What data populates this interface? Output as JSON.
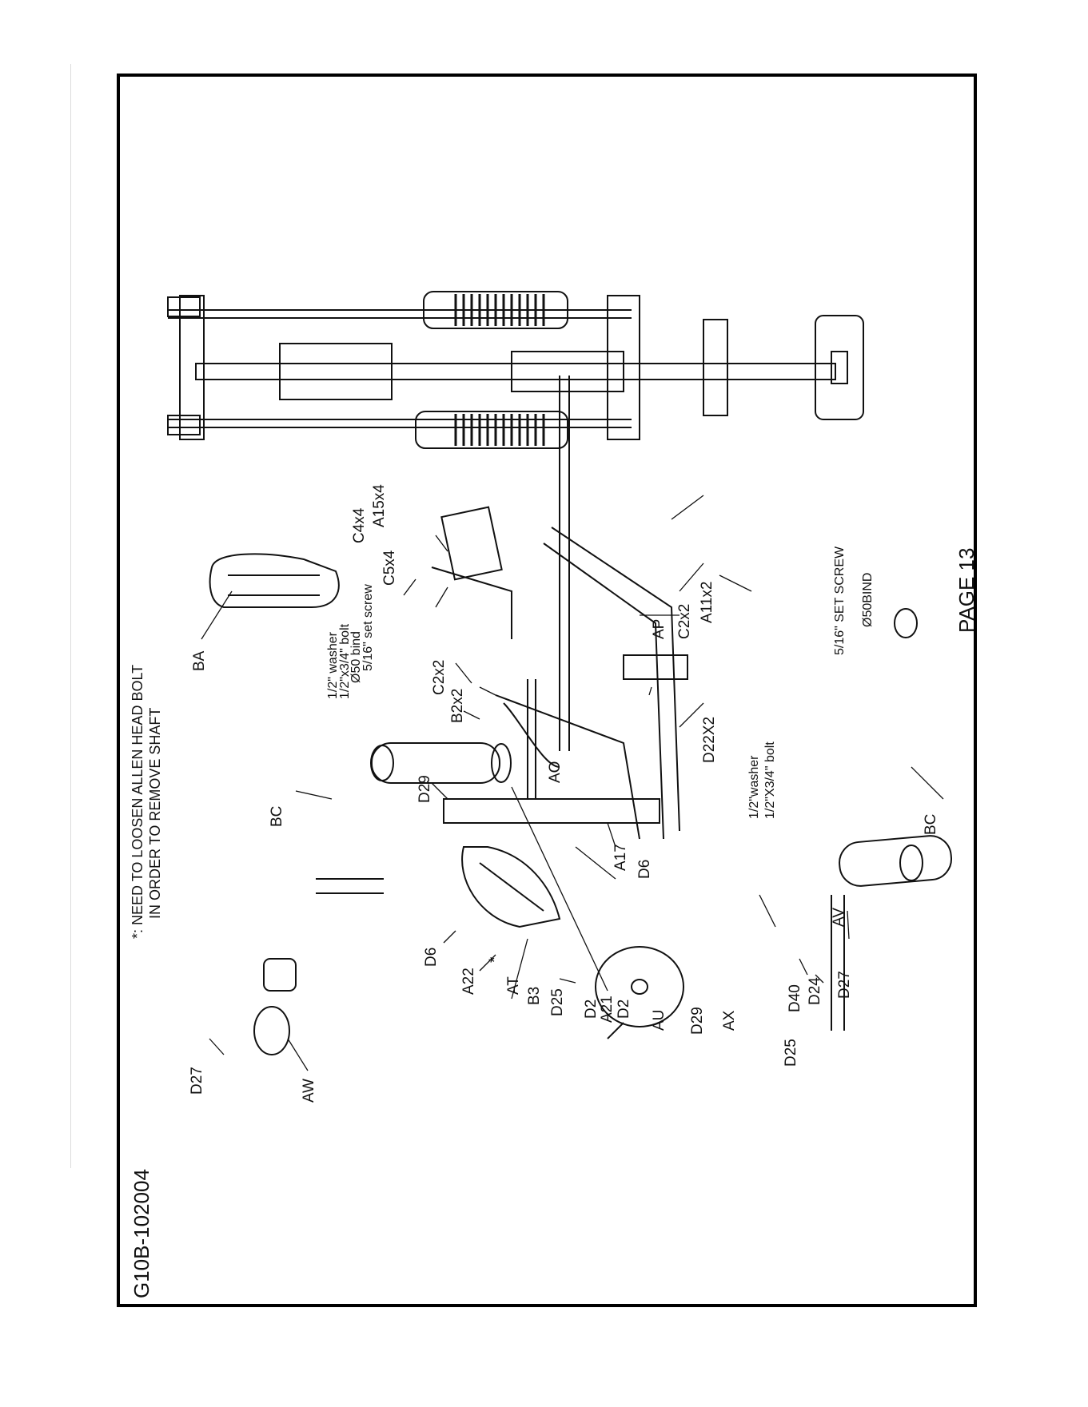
{
  "page": {
    "model": "G10B-102004",
    "page_label": "PAGE 13",
    "note_line1": "*: NEED TO LOOSEN ALLEN HEAD BOLT",
    "note_line2": "IN ORDER TO REMOVE SHAFT"
  },
  "callouts": {
    "BA": "BA",
    "BC_top": "BC",
    "BC_bottom": "BC",
    "AW": "AW",
    "D27_top": "D27",
    "D27_bottom": "D27",
    "D6_left": "D6",
    "D6_right": "D6",
    "A22": "A22",
    "star": "*",
    "AT": "AT",
    "B3": "B3",
    "D25_left": "D25",
    "D25_right": "D25",
    "D2_a": "D2",
    "A21": "A21",
    "D2_b": "D2",
    "AU": "AU",
    "D29_bottom": "D29",
    "AX": "AX",
    "D29_top": "D29",
    "A17": "A17",
    "AO": "AO",
    "AP": "AP",
    "D22X2": "D22X2",
    "C2x2_top": "C2x2",
    "B2x2": "B2x2",
    "C2x2_right": "C2x2",
    "A11x2": "A11x2",
    "C4x4": "C4x4",
    "C5x4": "C5x4",
    "A15x4": "A15x4",
    "D40": "D40",
    "D24": "D24",
    "AV": "AV"
  },
  "hardware_notes": {
    "washer_top": "1/2\" washer",
    "bolt_top": "1/2\"x3/4\" bolt",
    "bind_top": "Ø50 bind",
    "setscrew_top": "5/16\" set screw",
    "washer_bottom": "1/2\"washer",
    "bolt_bottom": "1/2\"X3/4\" bolt",
    "setscrew_bottom": "5/16\" SET SCREW",
    "bind_bottom": "Ø50BIND"
  }
}
